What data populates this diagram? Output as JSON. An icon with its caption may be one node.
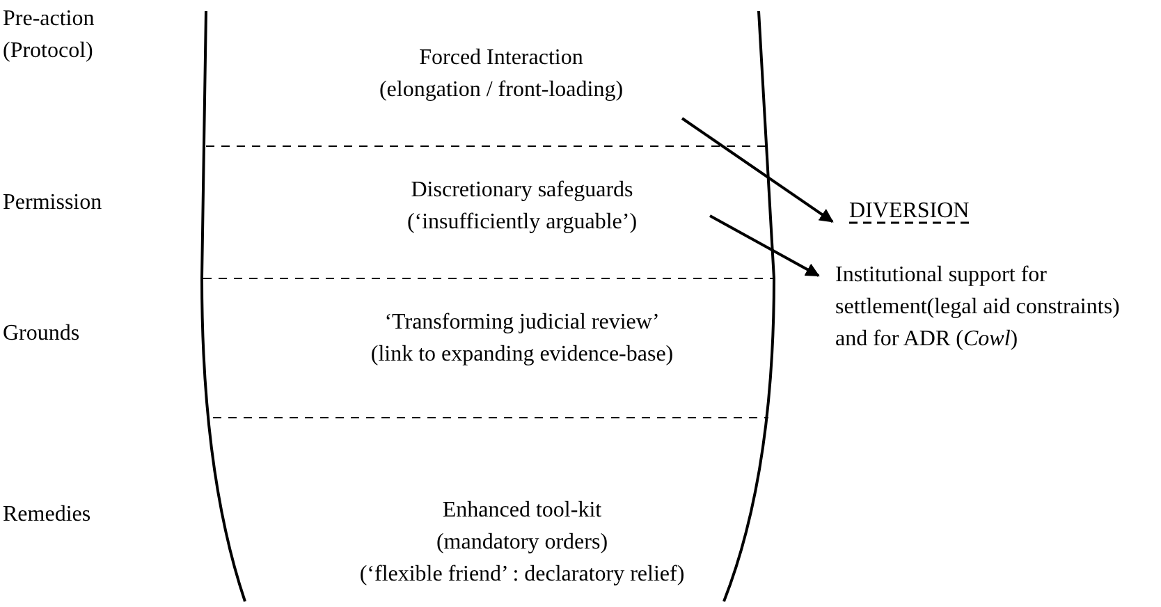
{
  "diagram": {
    "nodes": [
      {
        "text": [
          "Forced Interaction",
          "(elongation / front-loading)"
        ]
      },
      {
        "text": [
          "Discretionary safeguards",
          "(‘insufficiently arguable’)"
        ]
      },
      {
        "text": [
          "‘Transforming judicial review’",
          "(link to expanding evidence-base)"
        ]
      },
      {
        "text": [
          "Enhanced tool-kit",
          "(mandatory orders)",
          "(‘flexible friend’ : declaratory relief)"
        ]
      },
      {
        "text": [
          "DIVERSION"
        ]
      },
      {
        "text": [
          "Institutional support for settlement(legal aid constraints) and for ADR (*Cowl*)"
        ]
      }
    ],
    "edges": [
      {
        "from": 0,
        "to": 4,
        "arrow": "to"
      },
      {
        "from": 1,
        "to": 5,
        "arrow": "to"
      }
    ],
    "labels": [
      "Pre-action (Protocol)",
      "Permission",
      "Grounds",
      "Remedies"
    ]
  }
}
